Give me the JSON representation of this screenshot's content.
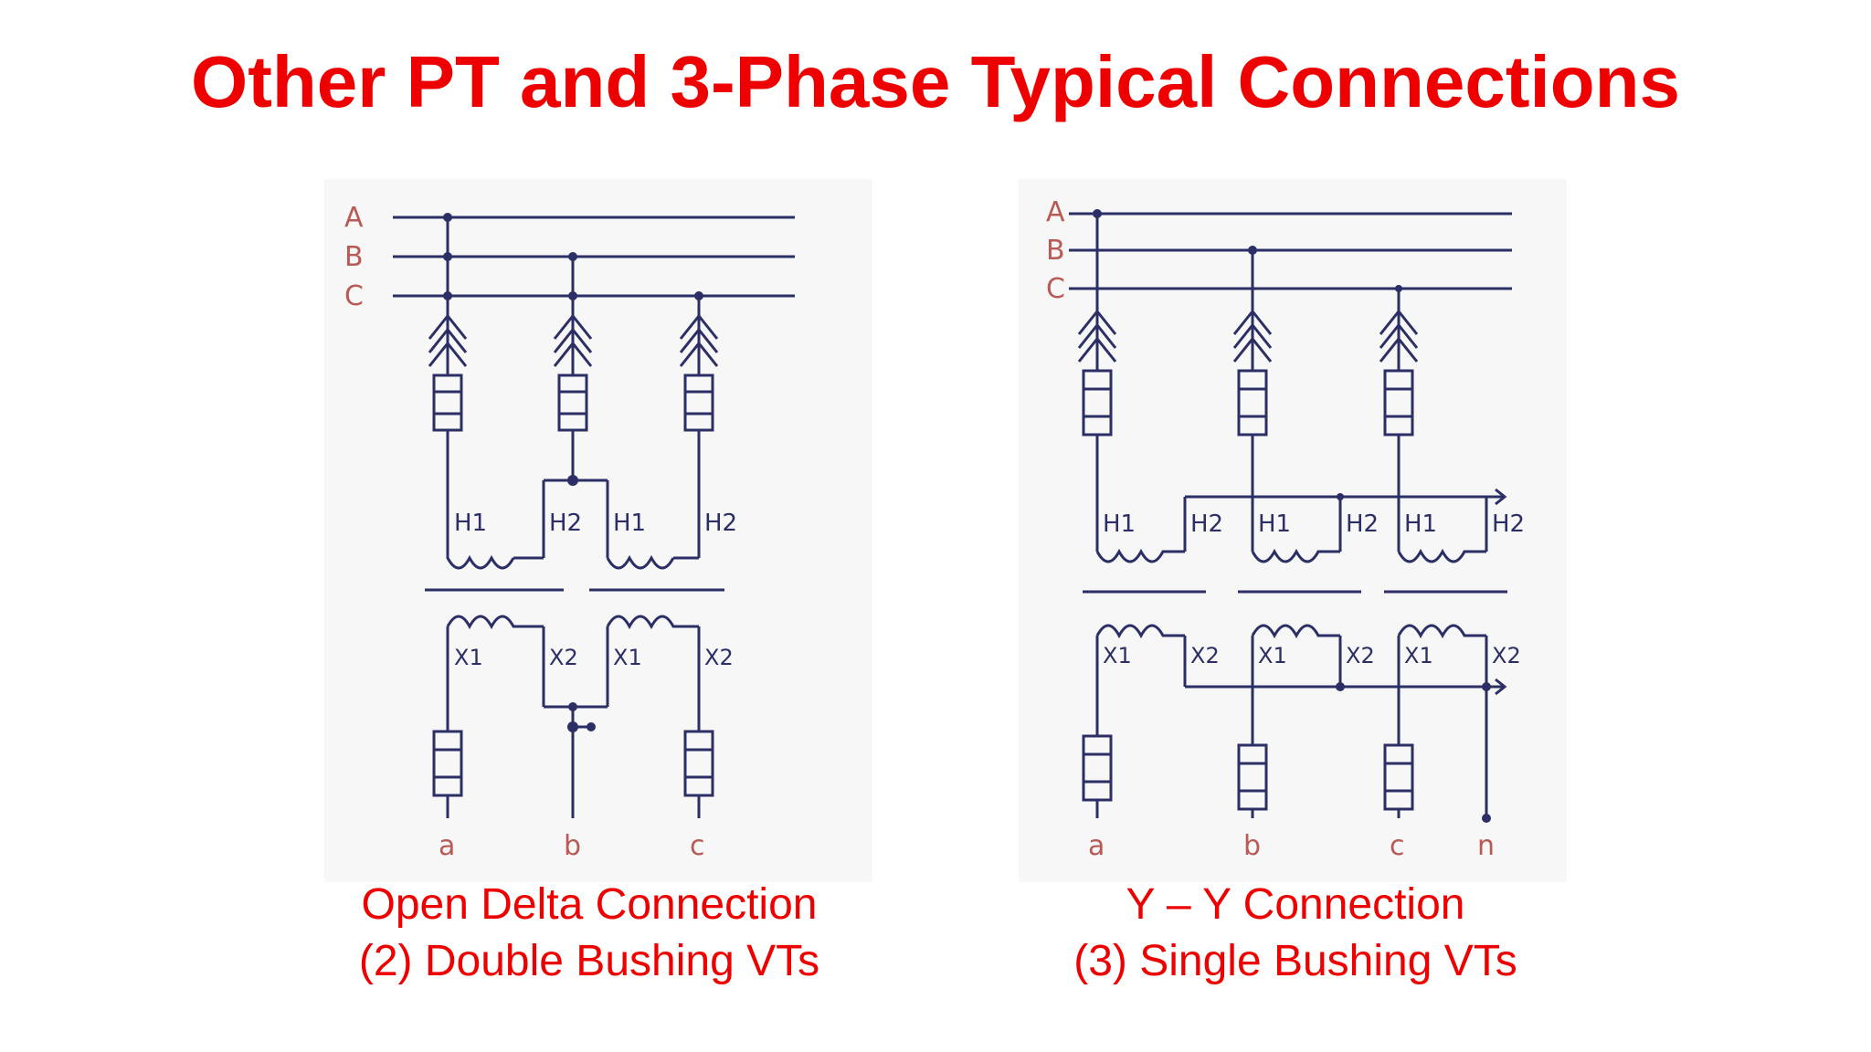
{
  "title": "Other PT and 3-Phase Typical Connections",
  "colors": {
    "title": "#ee0000",
    "caption": "#ee0000",
    "line": "#2b2f66",
    "label": "#b85a55"
  },
  "left_diagram": {
    "bus_labels": [
      "A",
      "B",
      "C"
    ],
    "primary_terminals": [
      "H1",
      "H2",
      "H1",
      "H2"
    ],
    "secondary_terminals": [
      "X1",
      "X2",
      "X1",
      "X2"
    ],
    "output_labels": [
      "a",
      "b",
      "c"
    ],
    "caption_line1": "Open Delta Connection",
    "caption_line2": "(2) Double Bushing VTs"
  },
  "right_diagram": {
    "bus_labels": [
      "A",
      "B",
      "C"
    ],
    "primary_terminals": [
      "H1",
      "H2",
      "H1",
      "H2",
      "H1",
      "H2"
    ],
    "secondary_terminals": [
      "X1",
      "X2",
      "X1",
      "X2",
      "X1",
      "X2"
    ],
    "output_labels": [
      "a",
      "b",
      "c",
      "n"
    ],
    "caption_line1": "Y – Y Connection",
    "caption_line2": "(3) Single Bushing VTs"
  }
}
